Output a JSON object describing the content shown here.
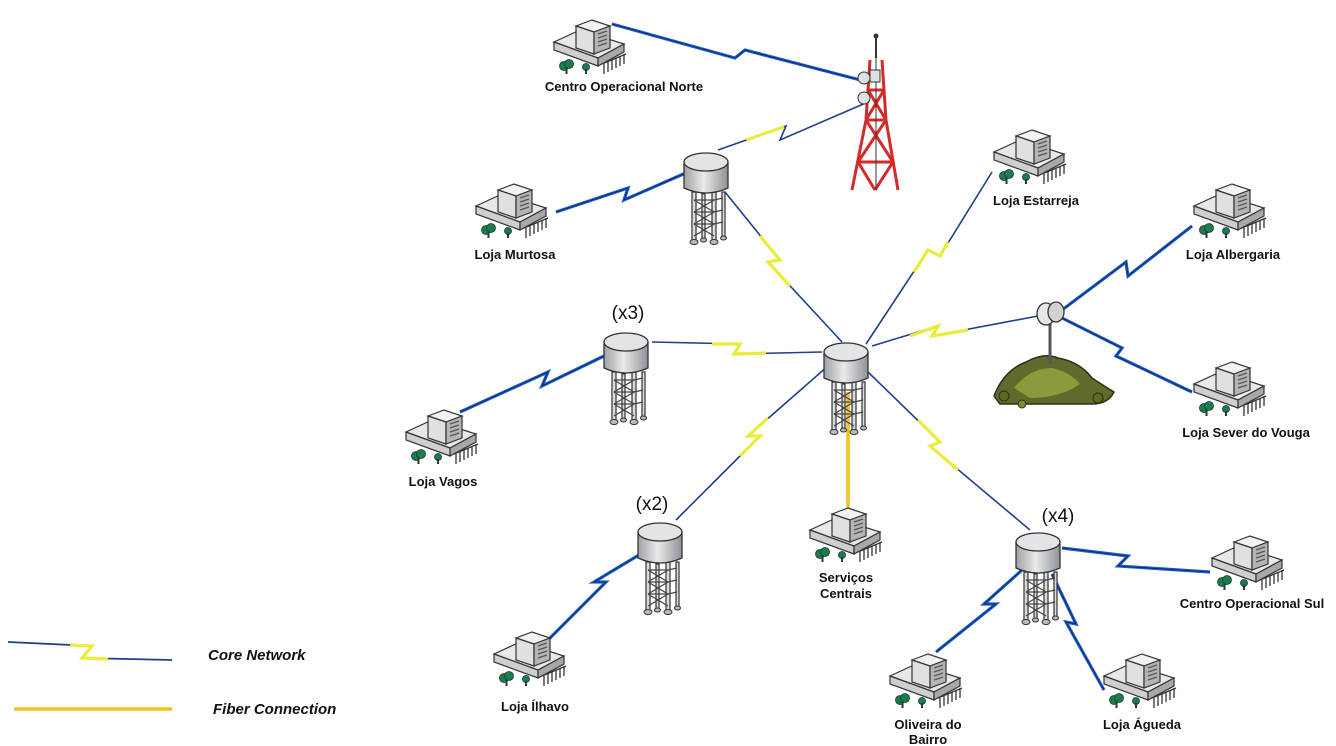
{
  "sites": {
    "centro_norte": "Centro Operacional Norte",
    "murtosa": "Loja Murtosa",
    "estarreja": "Loja Estarreja",
    "albergaria": "Loja Albergaria",
    "sever": "Loja Sever do Vouga",
    "vagos": "Loja Vagos",
    "ilhavo": "Loja Ílhavo",
    "servicos_line1": "Serviços",
    "servicos_line2": "Centrais",
    "centro_sul": "Centro Operacional Sul",
    "oliveira_line1": "Oliveira do",
    "oliveira_line2": "Bairro",
    "agueda": "Loja Águeda"
  },
  "multipliers": {
    "west": "(x3)",
    "southwest": "(x2)",
    "southeast": "(x4)"
  },
  "legend": {
    "core": "Core Network",
    "fiber": "Fiber Connection"
  },
  "colors": {
    "wireless_blue": "#1f5fd0",
    "wireless_yellow": "#e9ec3a",
    "fiber": "#f4c21e",
    "tower_red": "#d42a2a",
    "tank_gray": "#c7c9cc",
    "tree_green": "#1e7a4f"
  }
}
